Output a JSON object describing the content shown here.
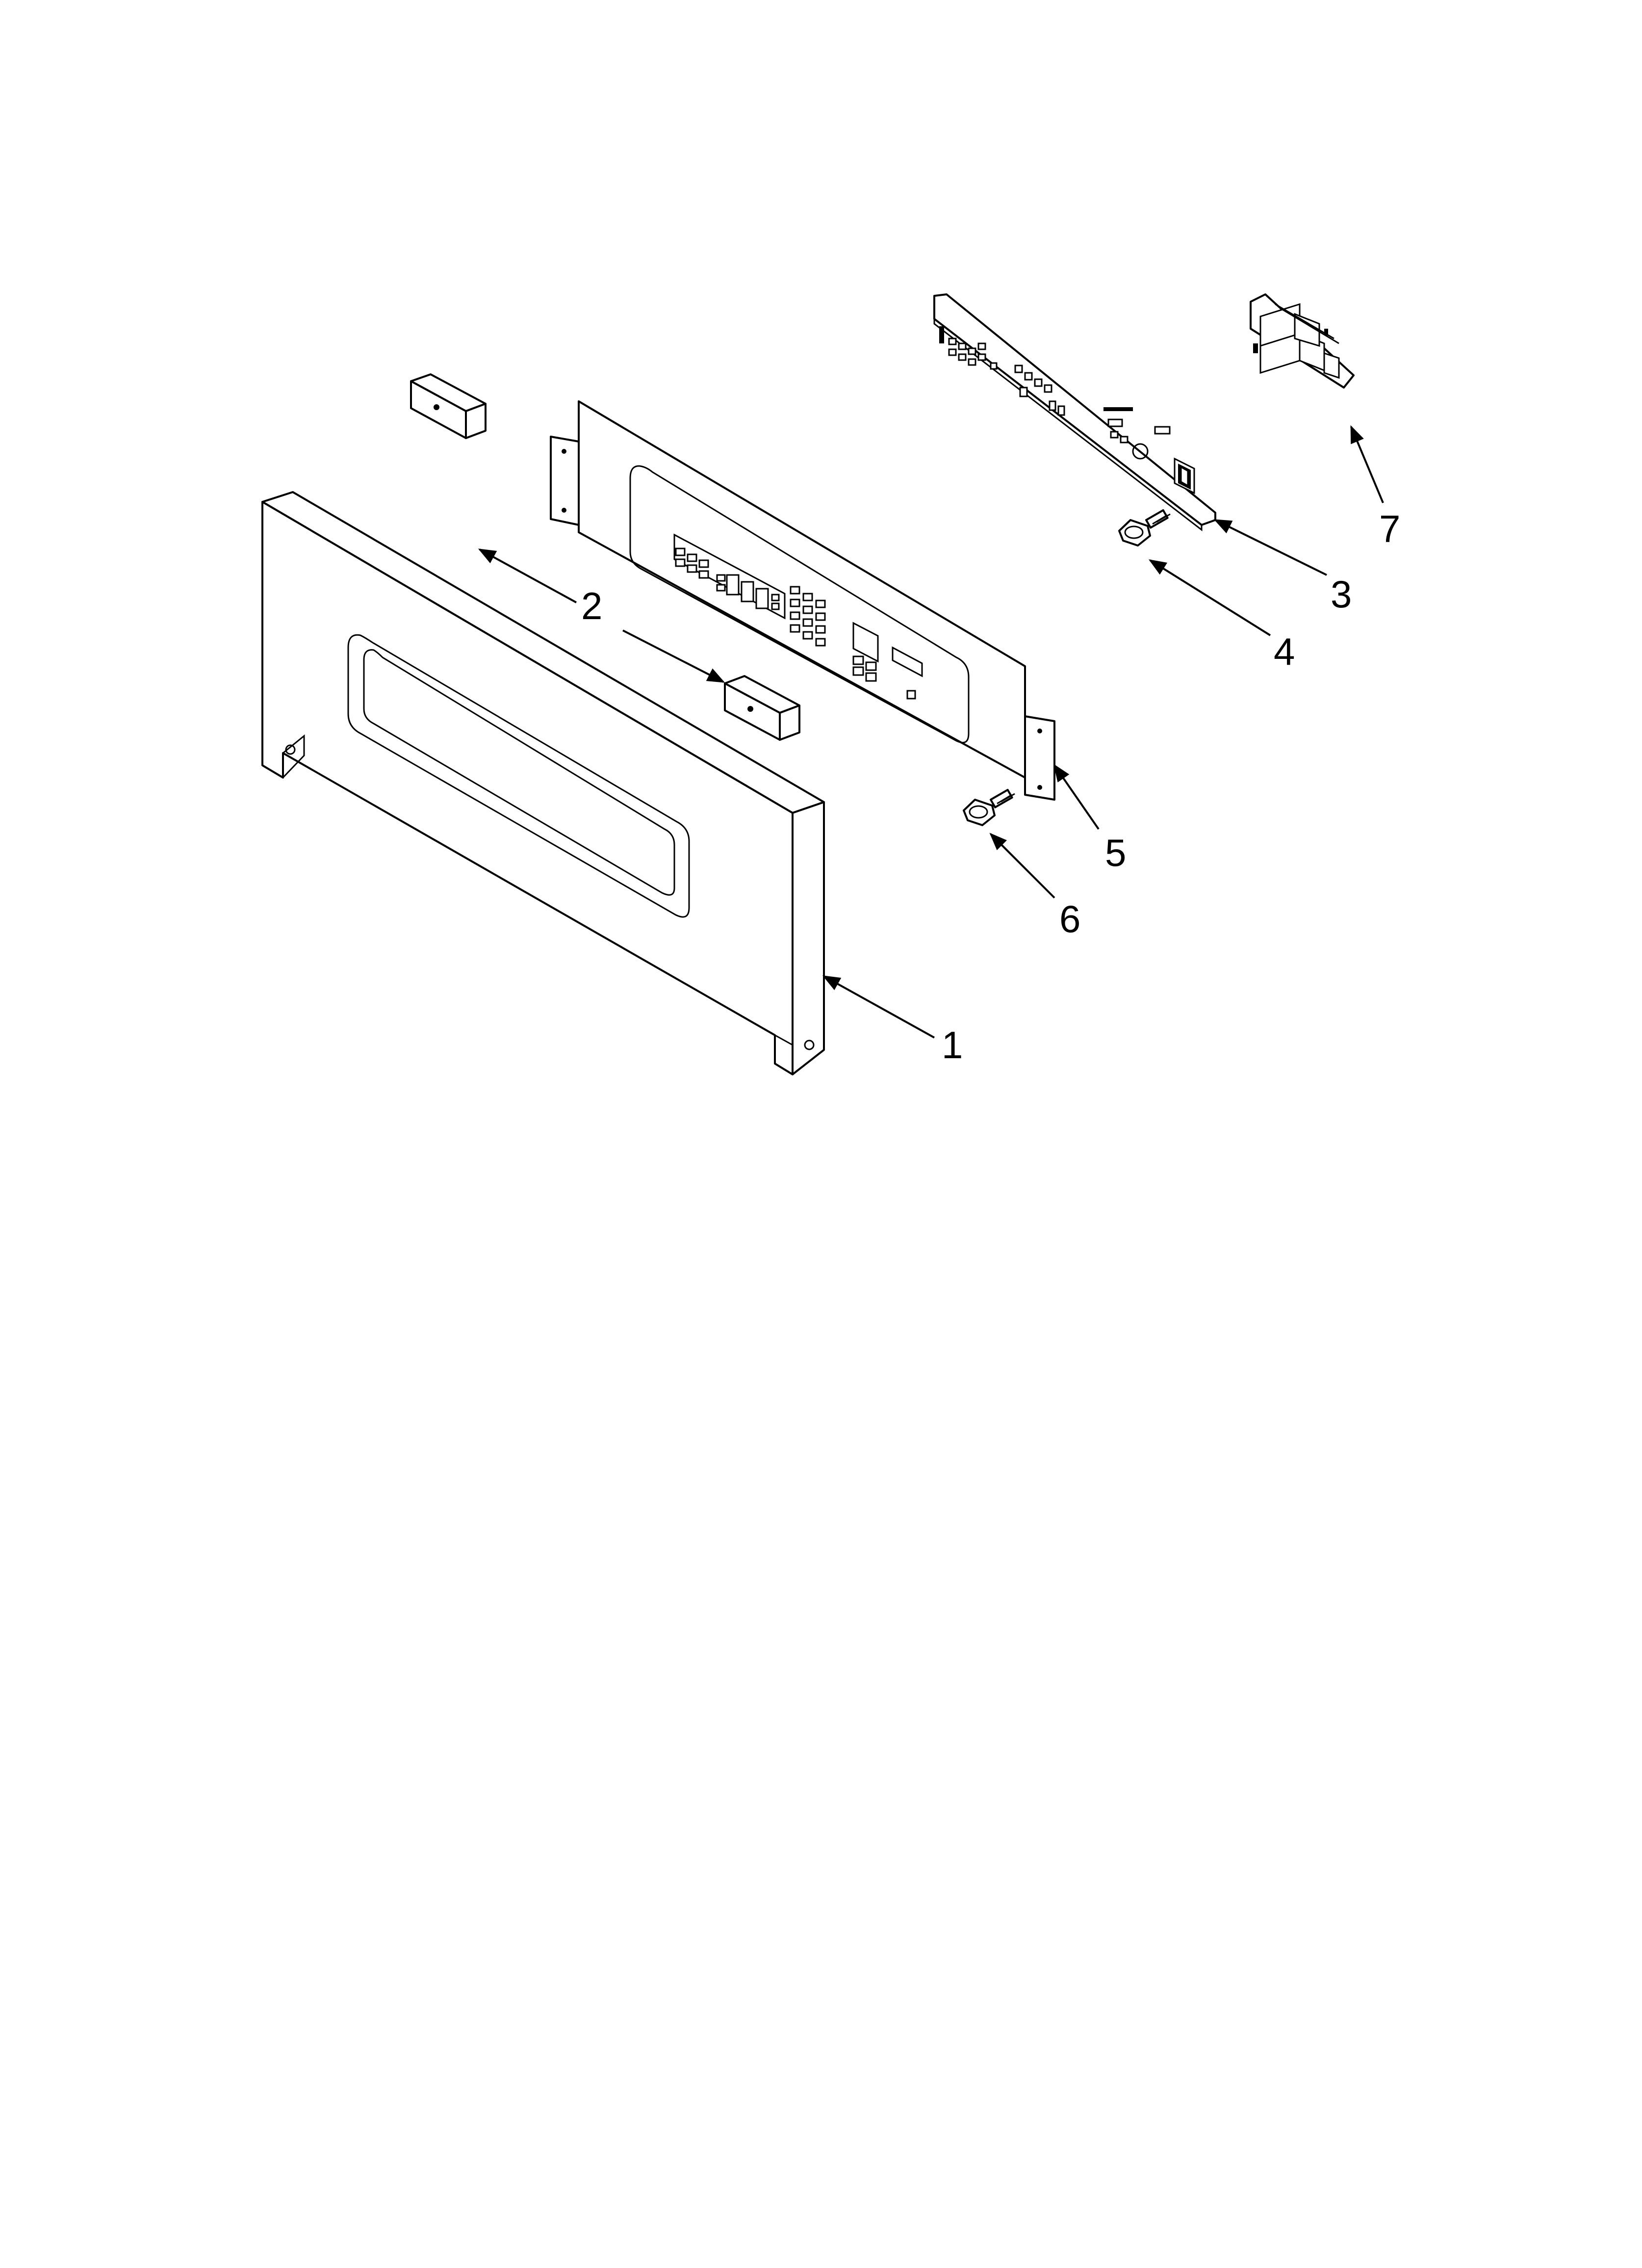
{
  "diagram": {
    "callouts": [
      {
        "id": "part-1",
        "label": "1"
      },
      {
        "id": "part-2",
        "label": "2"
      },
      {
        "id": "part-3",
        "label": "3"
      },
      {
        "id": "part-4",
        "label": "4"
      },
      {
        "id": "part-5",
        "label": "5"
      },
      {
        "id": "part-6",
        "label": "6"
      },
      {
        "id": "part-7",
        "label": "7"
      }
    ]
  },
  "colors": {
    "background": "#ffffff",
    "line": "#000000"
  }
}
